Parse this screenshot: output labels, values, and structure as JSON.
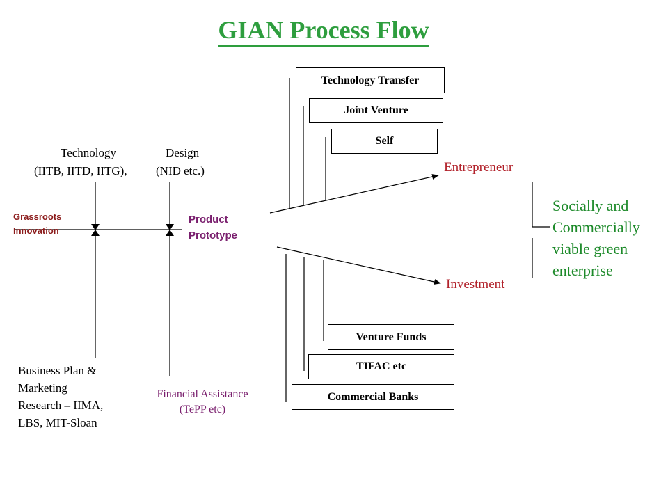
{
  "title": "GIAN Process Flow",
  "inputs": {
    "technology": {
      "name": "Technology",
      "detail": "(IITB, IITD, IITG),"
    },
    "design": {
      "name": "Design",
      "detail": "(NID etc.)"
    },
    "grassroots": {
      "line1": "Grassroots",
      "line2": "Innovation"
    },
    "business_plan": {
      "line1": "Business Plan &",
      "line2": "Marketing",
      "line3": "Research – IIMA,",
      "line4": "LBS, MIT-Sloan"
    },
    "financial_assistance": {
      "line1": "Financial Assistance",
      "line2": "(TePP etc)"
    }
  },
  "product_prototype": {
    "line1": "Product",
    "line2": "Prototype"
  },
  "entrepreneur_routes": [
    "Technology Transfer",
    "Joint Venture",
    "Self"
  ],
  "investment_sources": [
    "Venture Funds",
    "TIFAC etc",
    "Commercial Banks"
  ],
  "branches": {
    "entrepreneur": "Entrepreneur",
    "investment": "Investment"
  },
  "outcome": {
    "line1": "Socially and",
    "line2": "Commercially",
    "line3": "viable green",
    "line4": "enterprise"
  },
  "colors": {
    "title": "#2e9e3e",
    "grassroots": "#8b1a1a",
    "prototype": "#7a1f6e",
    "branch": "#b2222b",
    "outcome": "#1d8a2a"
  }
}
